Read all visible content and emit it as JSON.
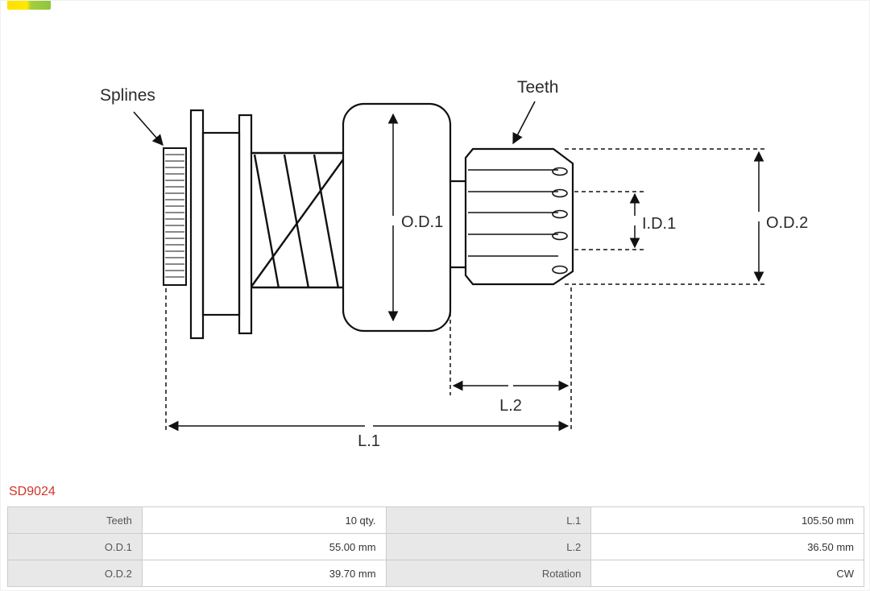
{
  "brand": {
    "logo_icon": "as-pl-logo",
    "logo_colors": [
      "#ffdf00",
      "#8cc63f"
    ]
  },
  "part": {
    "code": "SD9024",
    "code_color": "#d0342c"
  },
  "diagram": {
    "labels": {
      "splines": "Splines",
      "teeth": "Teeth",
      "od1": "O.D.1",
      "id1": "I.D.1",
      "od2": "O.D.2",
      "l1": "L.1",
      "l2": "L.2"
    }
  },
  "spec_table": {
    "rows": [
      {
        "c0": "Teeth",
        "c1": "10 qty.",
        "c2": "L.1",
        "c3": "105.50 mm"
      },
      {
        "c0": "O.D.1",
        "c1": "55.00 mm",
        "c2": "L.2",
        "c3": "36.50 mm"
      },
      {
        "c0": "O.D.2",
        "c1": "39.70 mm",
        "c2": "Rotation",
        "c3": "CW"
      }
    ]
  }
}
